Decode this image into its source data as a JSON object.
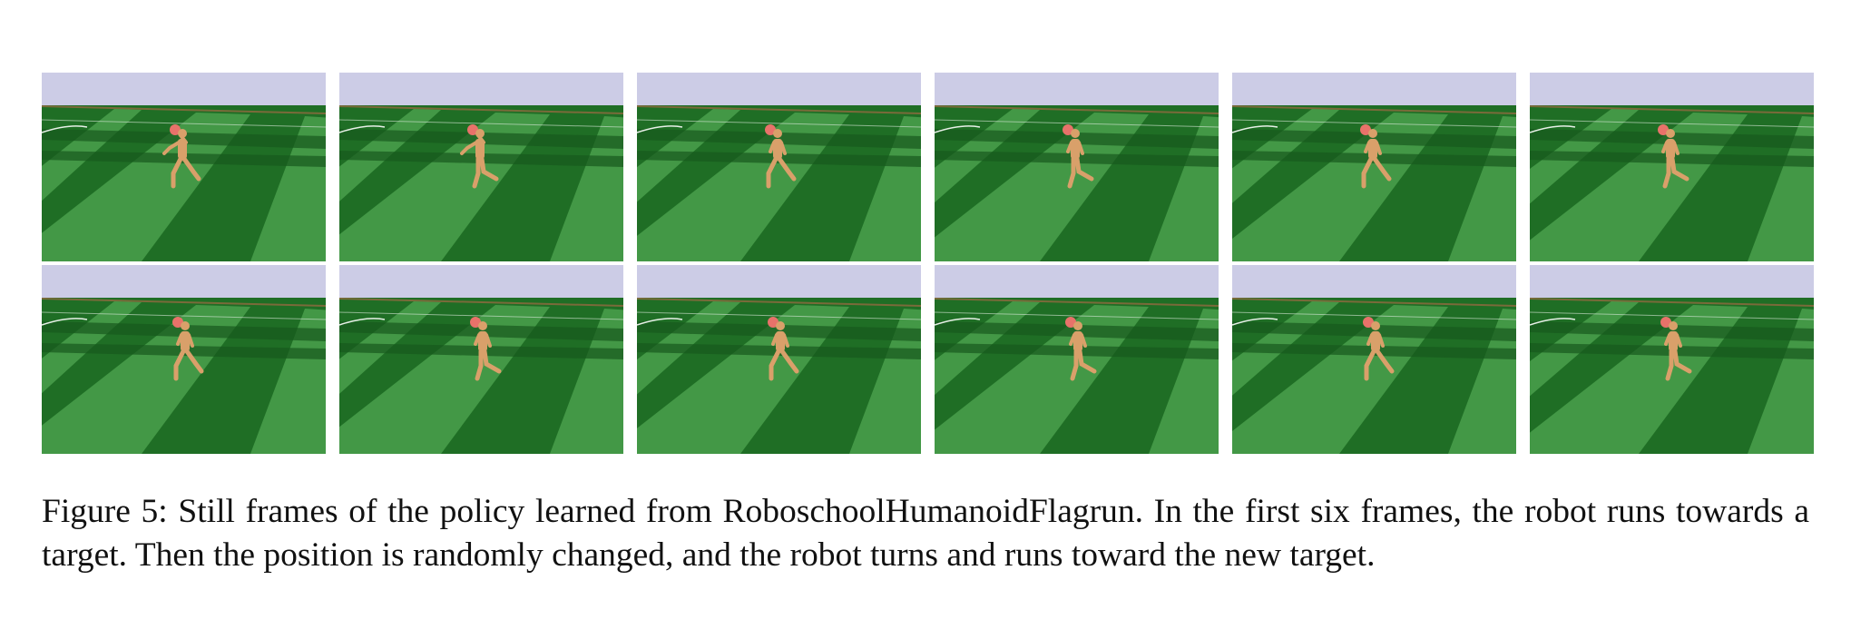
{
  "figure": {
    "caption": "Figure 5: Still frames of the policy learned from RoboschoolHumanoidFlagrun. In the first six frames, the robot runs towards a target. Then the position is randomly changed, and the robot turns and runs toward the new target."
  },
  "frames": [
    {
      "row": 1,
      "index": 1,
      "pose": "run-arms-up"
    },
    {
      "row": 1,
      "index": 2,
      "pose": "run-arms-up"
    },
    {
      "row": 1,
      "index": 3,
      "pose": "run-stride"
    },
    {
      "row": 1,
      "index": 4,
      "pose": "run-stride"
    },
    {
      "row": 1,
      "index": 5,
      "pose": "run-stride"
    },
    {
      "row": 1,
      "index": 6,
      "pose": "run-stride"
    },
    {
      "row": 2,
      "index": 7,
      "pose": "turn"
    },
    {
      "row": 2,
      "index": 8,
      "pose": "turn"
    },
    {
      "row": 2,
      "index": 9,
      "pose": "run-stride"
    },
    {
      "row": 2,
      "index": 10,
      "pose": "run-stride"
    },
    {
      "row": 2,
      "index": 11,
      "pose": "run-stride"
    },
    {
      "row": 2,
      "index": 12,
      "pose": "run-stride"
    }
  ],
  "colors": {
    "sky": "#cccce6",
    "grass_dark": "#1f6e25",
    "grass_light": "#4aa04c",
    "robot": "#d9a06a",
    "target": "#e8726a"
  }
}
